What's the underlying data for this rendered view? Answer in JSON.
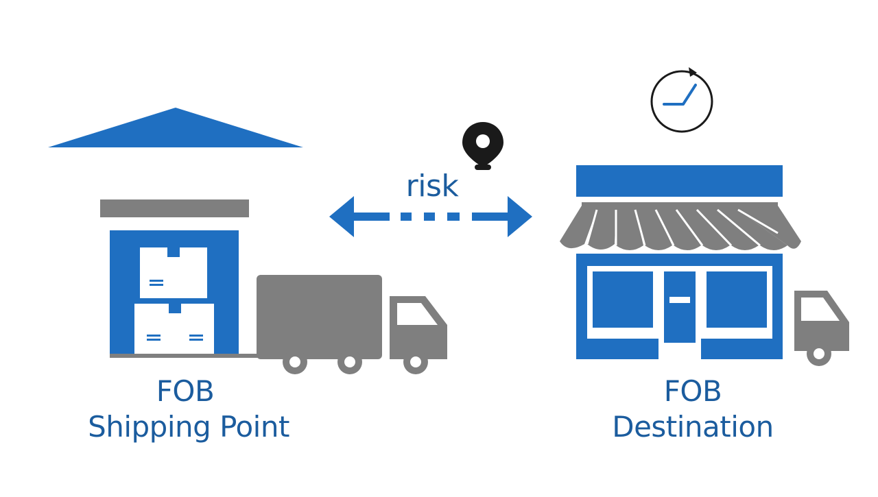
{
  "colors": {
    "blue": "#1f6fc1",
    "dark_blue_text": "#1b5c9e",
    "gray": "#7f7f7f",
    "light_gray": "#8a8a8a",
    "box": "#ffffff",
    "black": "#1a1a1a"
  },
  "left": {
    "title_line1": "FOB",
    "title_line2": "Shipping Point"
  },
  "right": {
    "title_line1": "FOB",
    "title_line2": "Destination"
  },
  "middle": {
    "risk_label": "risk"
  },
  "icons": [
    "warehouse-icon",
    "truck-icon",
    "double-arrow-icon",
    "location-pin-icon",
    "clock-icon",
    "storefront-icon"
  ]
}
